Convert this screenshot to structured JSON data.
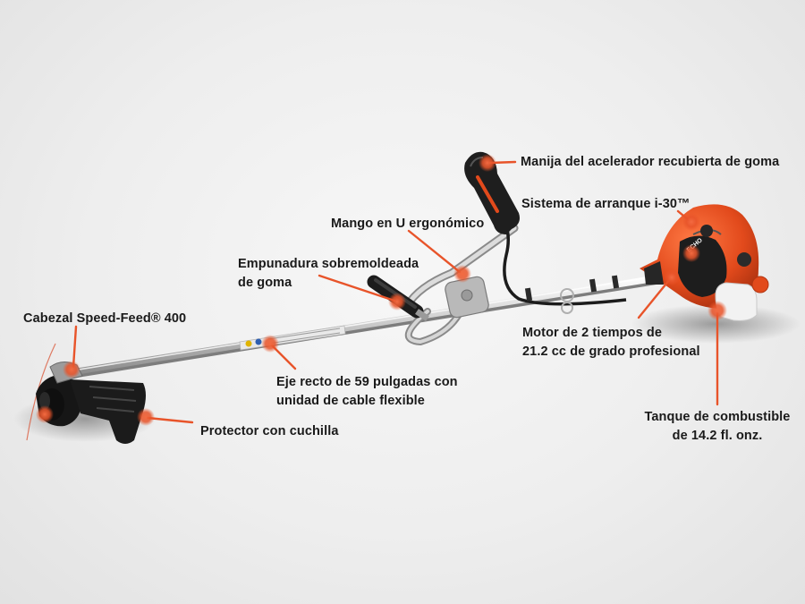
{
  "callouts": {
    "throttle": "Manija del acelerador recubierta de goma",
    "starter": "Sistema de arranque i-30™",
    "u_handle": "Mango en U ergonómico",
    "grip": [
      "Empunadura sobremoldeada",
      "de goma"
    ],
    "head": "Cabezal Speed-Feed® 400",
    "engine": [
      "Motor de 2 tiempos de",
      "21.2 cc de grado profesional"
    ],
    "shaft": [
      "Eje recto de 59 pulgadas con",
      "unidad de cable flexible"
    ],
    "guard": "Protector con cuchilla",
    "tank": [
      "Tanque de combustible",
      "de 14.2 fl. onz."
    ]
  },
  "colors": {
    "accent": "#e8542a",
    "engine": "#e24a1c",
    "label": "#1a1a1a"
  }
}
